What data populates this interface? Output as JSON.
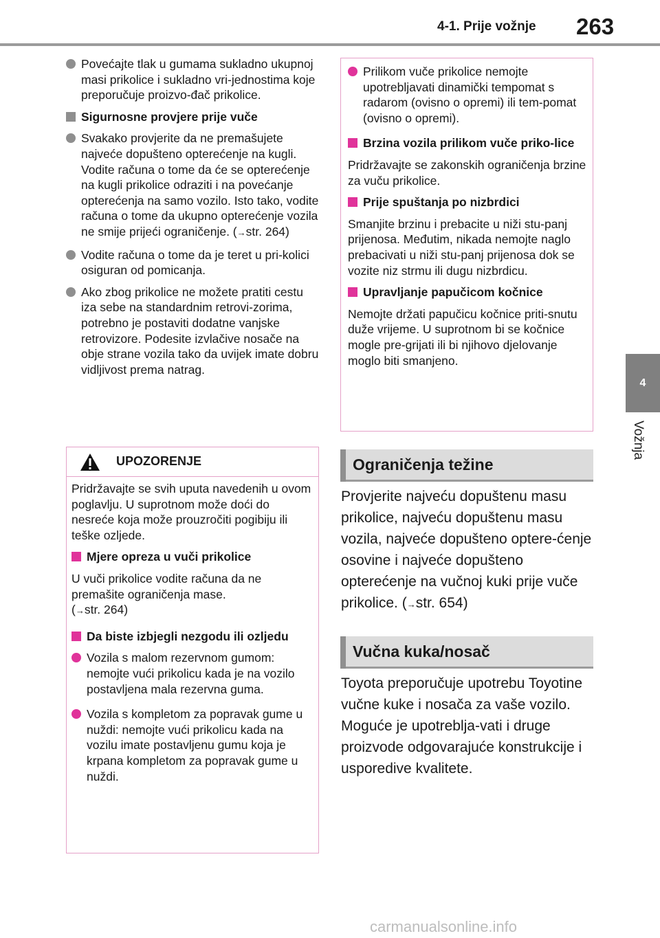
{
  "header": {
    "title": "4-1. Prije vožnje",
    "page_number": "263"
  },
  "side_tab": {
    "number": "4",
    "label": "Vožnja"
  },
  "left_column": {
    "b1": "Povećajte tlak u gumama sukladno ukupnoj masi prikolice i sukladno vri-jednostima koje preporučuje proizvo-đač prikolice.",
    "h1": "Sigurnosne provjere prije vuče",
    "b2": "Svakako provjerite da ne premašujete najveće dopušteno opterećenje na kugli. Vodite računa o tome da će se opterećenje na kugli prikolice odraziti i na povećanje opterećenja na samo vozilo. Isto tako, vodite računa o tome da ukupno opterećenje vozila ne smije prijeći ograničenje. (",
    "b2_ref": "str. 264)",
    "b3": "Vodite računa o tome da je teret u pri-kolici osiguran od pomicanja.",
    "b4": "Ako zbog prikolice ne možete pratiti cestu iza sebe na standardnim retrovi-zorima, potrebno je postaviti dodatne vanjske retrovizore. Podesite izvlačive nosače na obje strane vozila tako da uvijek imate dobru vidljivost prema natrag."
  },
  "warning": {
    "title": "UPOZORENJE",
    "p1": "Pridržavajte se svih uputa navedenih u ovom poglavlju. U suprotnom može doći do nesreće koja može prouzročiti pogibiju ili teške ozljede.",
    "h1": "Mjere opreza u vuči prikolice",
    "p2": "U vuči prikolice vodite računa da ne premašite ograničenja mase.",
    "p2_ref": "str. 264)",
    "h2": "Da biste izbjegli nezgodu ili ozljedu",
    "b1": "Vozila s malom rezervnom gumom: nemojte vući prikolicu kada je na vozilo postavljena mala rezervna guma.",
    "b2": "Vozila s kompletom za popravak gume u nuždi: nemojte vući prikolicu kada na vozilu imate postavljenu gumu koja je krpana kompletom za popravak gume u nuždi."
  },
  "right_box": {
    "b1": "Prilikom vuče prikolice nemojte upotrebljavati dinamički tempomat s radarom (ovisno o opremi) ili tem-pomat (ovisno o opremi).",
    "h1": "Brzina vozila prilikom vuče priko-lice",
    "p1": "Pridržavajte se zakonskih ograničenja brzine za vuču prikolice.",
    "h2": "Prije spuštanja po nizbrdici",
    "p2": "Smanjite brzinu i prebacite u niži stu-panj prijenosa. Međutim, nikada nemojte naglo prebacivati u niži stu-panj prijenosa dok se vozite niz strmu ili dugu nizbrdicu.",
    "h3": "Upravljanje papučicom kočnice",
    "p3": "Nemojte držati papučicu kočnice priti-snutu duže vrijeme. U suprotnom bi se kočnice mogle pre-grijati ili bi njihovo djelovanje moglo biti smanjeno."
  },
  "section1": {
    "title": "Ograničenja težine",
    "text": "Provjerite najveću dopuštenu masu prikolice, najveću dopuštenu masu vozila, najveće dopušteno optere-ćenje osovine i najveće dopušteno opterećenje na vučnoj kuki prije vuče prikolice. (",
    "ref": "str. 654)"
  },
  "section2": {
    "title": "Vučna kuka/nosač",
    "text": "Toyota preporučuje upotrebu Toyotine vučne kuke i nosača za vaše vozilo. Moguće je upotreblja-vati i druge proizvode odgovarajuće konstrukcije i usporedive kvalitete."
  },
  "footer": {
    "watermark": "carmanualsonline.info"
  },
  "icons": {
    "bullet": "circle-bullet-icon",
    "heading": "square-bullet-icon",
    "warning": "warning-triangle-icon",
    "ref": "arrow-right-icon"
  },
  "colors": {
    "accent_pink": "#e0339a",
    "border_pink": "#e5a1c9",
    "gray": "#8f8f8f"
  }
}
